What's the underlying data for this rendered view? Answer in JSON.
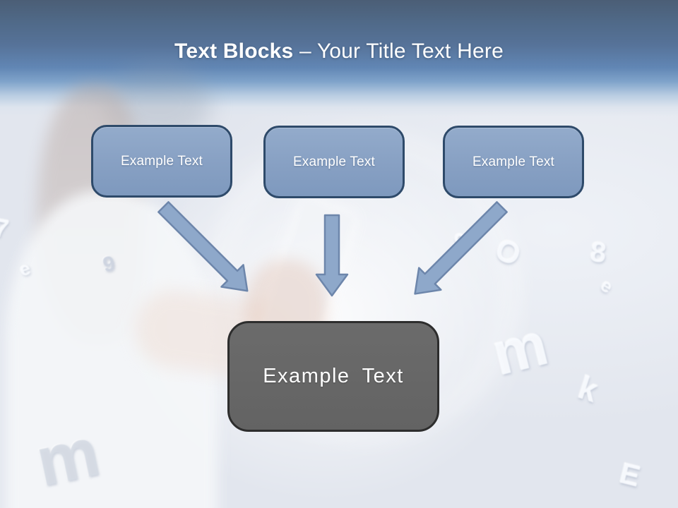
{
  "title": {
    "bold": "Text Blocks",
    "rest": "– Your Title Text Here"
  },
  "blocks": {
    "top": [
      {
        "label": "Example Text"
      },
      {
        "label": "Example Text"
      },
      {
        "label": "Example Text"
      }
    ],
    "bottom": {
      "label": "Example Text"
    }
  },
  "background": {
    "glyphs": [
      "9",
      "e",
      "7",
      "m",
      "9",
      "O",
      "8",
      "e",
      "m",
      "k",
      "E"
    ]
  },
  "colors": {
    "header_top": "#4b5e76",
    "header_mid_blue": "#6186b4",
    "content_bg": "#e2e6ee",
    "block_fill": "#87a0c3",
    "block_border": "#2e4a6a",
    "arrow_fill": "#8ea8ca",
    "arrow_border": "#6d86ab",
    "summary_fill": "#636363",
    "summary_border": "#2d2d2d",
    "title_color": "#ffffff"
  }
}
